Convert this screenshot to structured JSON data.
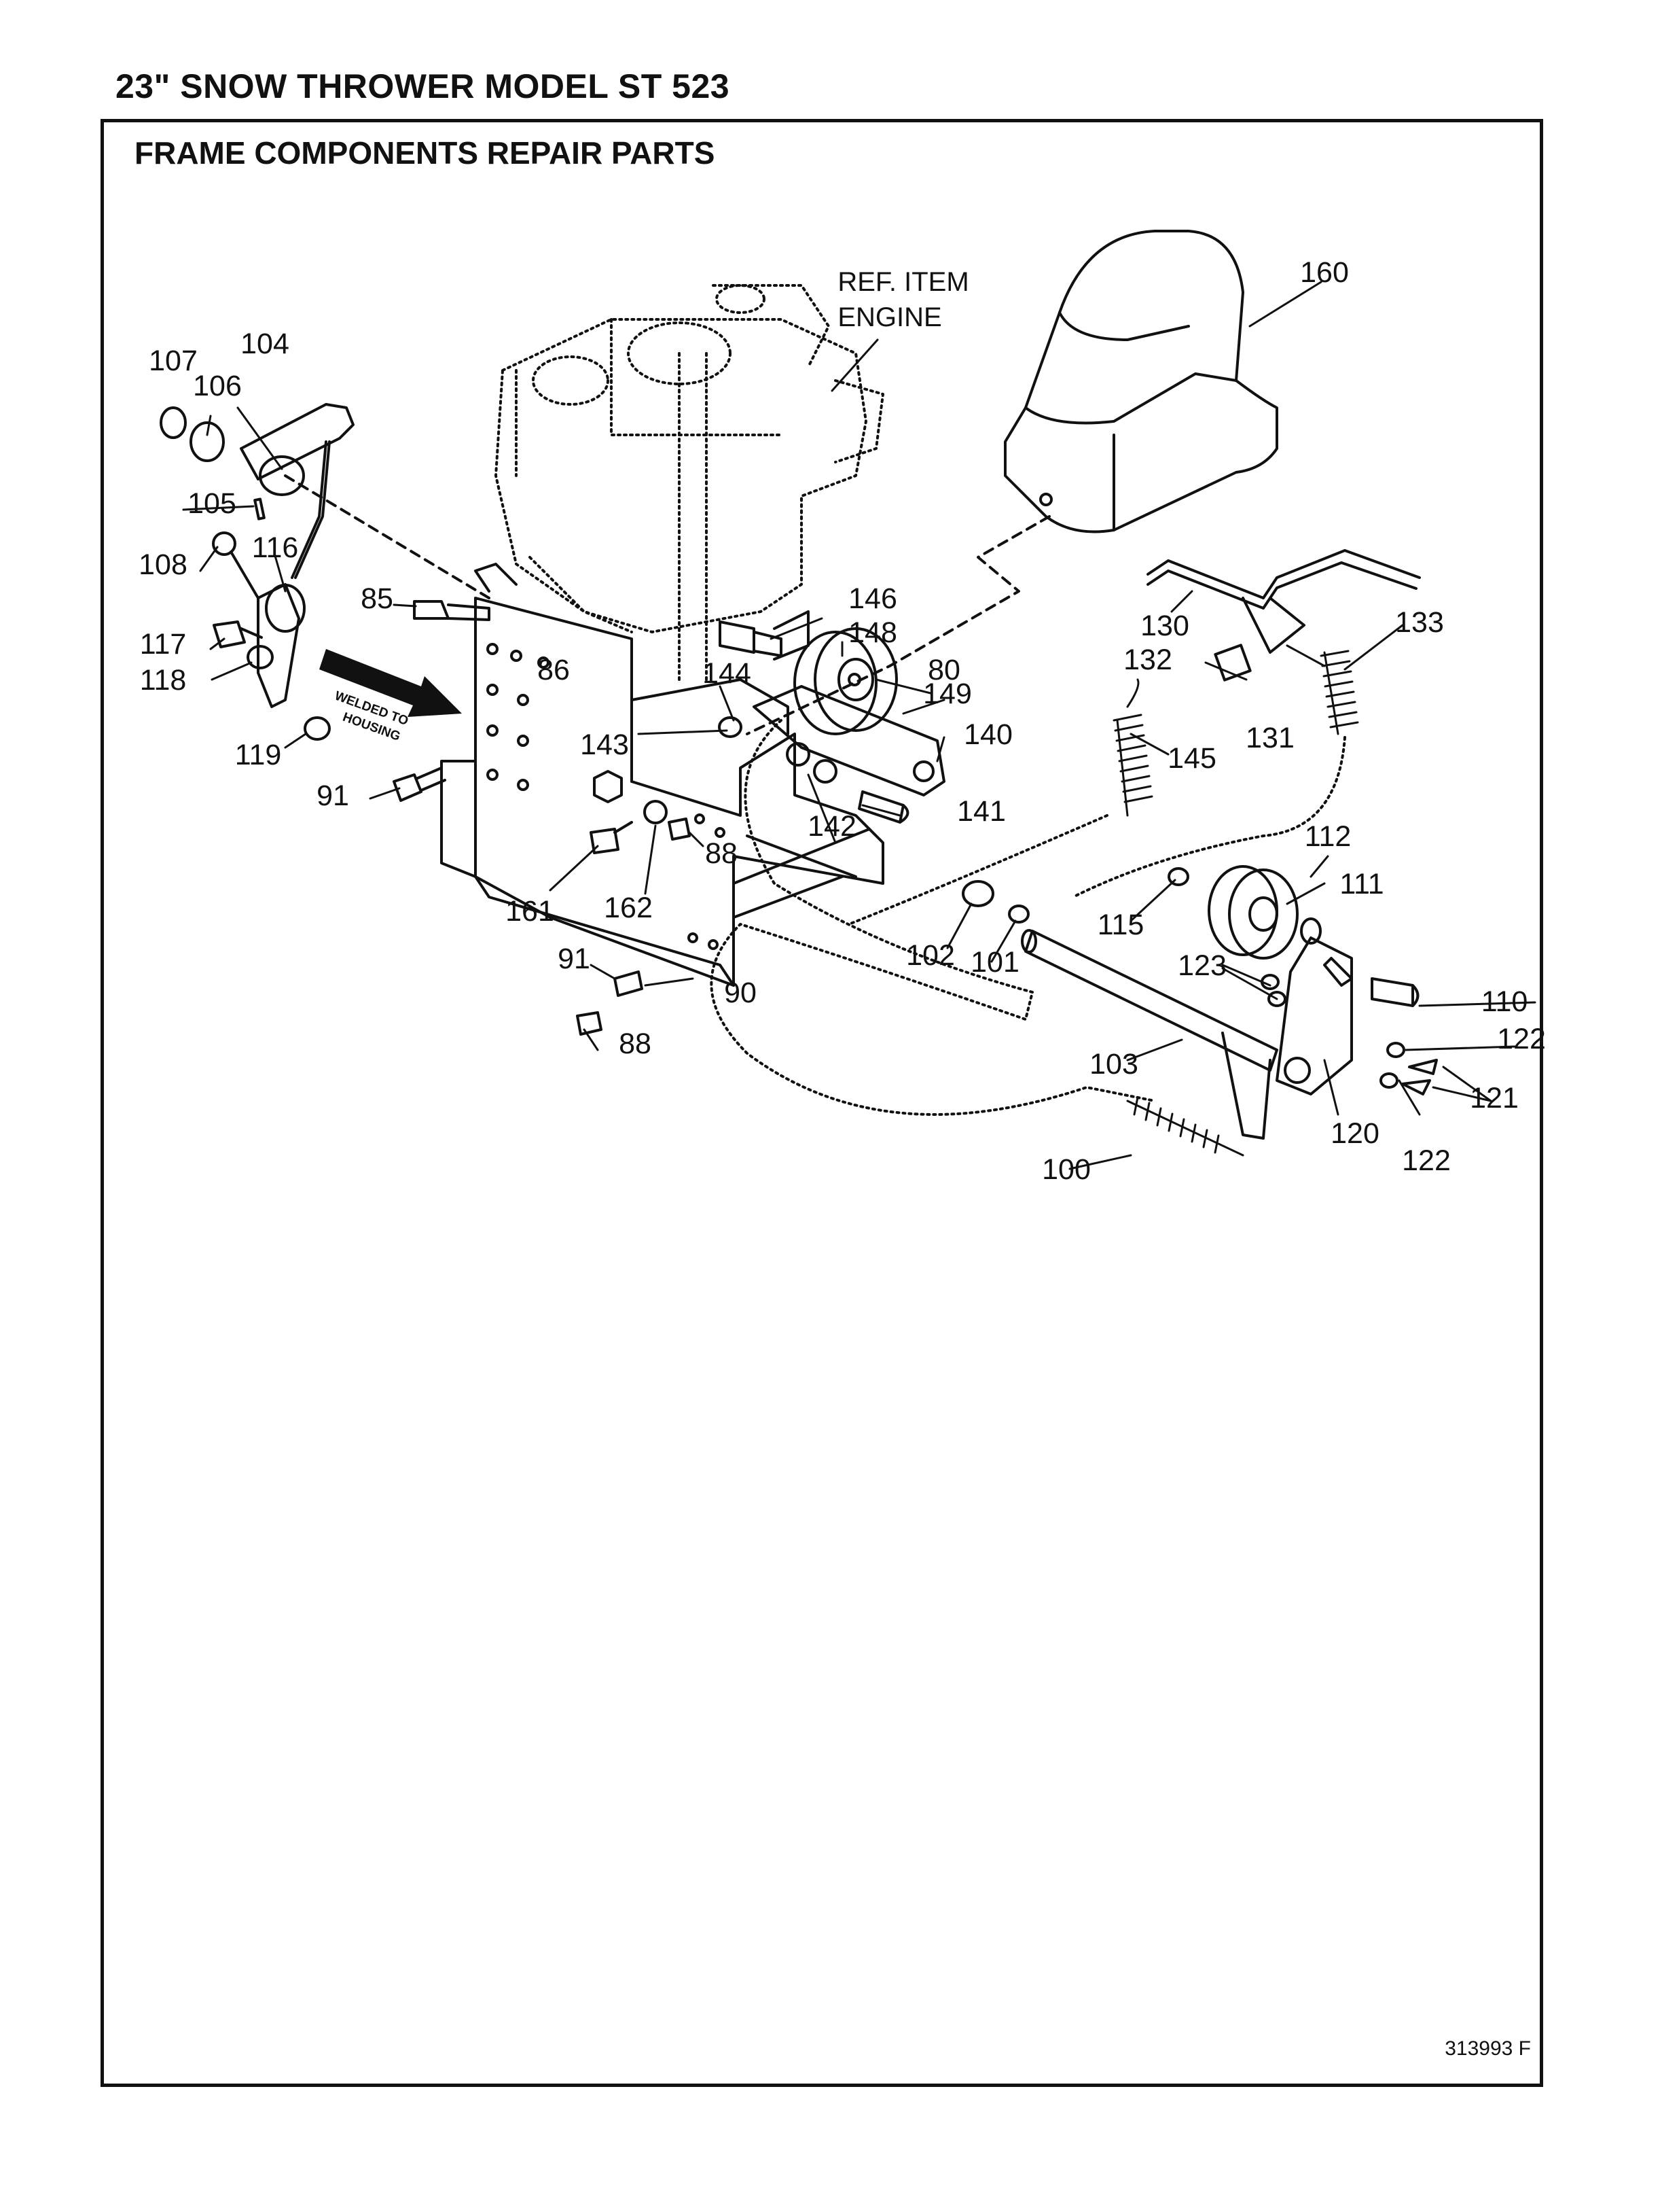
{
  "header": {
    "title": "23\" SNOW THROWER MODEL ST 523",
    "section": "FRAME COMPONENTS REPAIR PARTS"
  },
  "diagram": {
    "ref_item": [
      "REF. ITEM",
      "ENGINE"
    ],
    "welded_note": [
      "WELDED TO",
      "HOUSING"
    ],
    "callouts": [
      "80",
      "85",
      "86",
      "88",
      "88",
      "90",
      "91",
      "91",
      "100",
      "101",
      "102",
      "103",
      "104",
      "105",
      "106",
      "107",
      "108",
      "110",
      "111",
      "112",
      "115",
      "116",
      "117",
      "118",
      "119",
      "120",
      "121",
      "122",
      "122",
      "123",
      "130",
      "131",
      "132",
      "133",
      "140",
      "141",
      "142",
      "143",
      "144",
      "145",
      "146",
      "148",
      "149",
      "160",
      "161",
      "162"
    ]
  },
  "footer": {
    "doc_number": "313993 F"
  }
}
